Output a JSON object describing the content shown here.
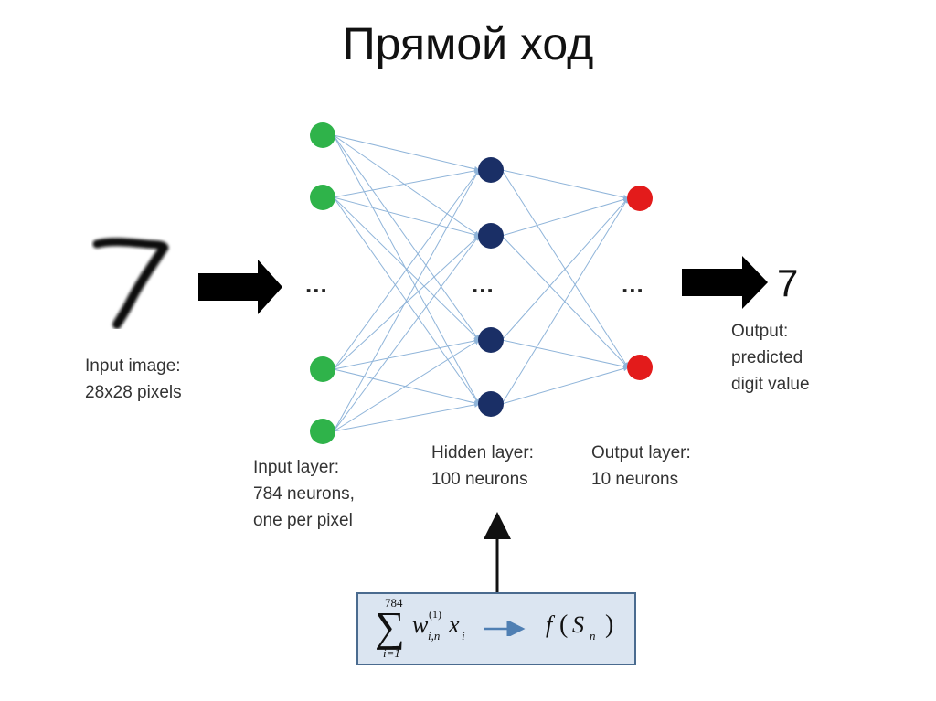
{
  "title": "Прямой ход",
  "input_image": {
    "icon": "handwritten-digit-7-image"
  },
  "output_value": "7",
  "captions": {
    "input_image": [
      "Input image:",
      "28x28 pixels"
    ],
    "input_layer": [
      "Input layer:",
      "784 neurons,",
      "one per pixel"
    ],
    "hidden_layer": [
      "Hidden layer:",
      "100 neurons"
    ],
    "output_layer": [
      "Output layer:",
      "10 neurons"
    ],
    "output": [
      "Output:",
      "predicted",
      "digit value"
    ]
  },
  "ellipsis": "...",
  "layers": {
    "input": {
      "color": "#2fb34a",
      "visible_nodes": 4
    },
    "hidden": {
      "color": "#1a2f66",
      "visible_nodes": 4
    },
    "output": {
      "color": "#e31b1b",
      "visible_nodes": 2
    }
  },
  "connection_color": "#8fb4d9",
  "formula": {
    "sum_upper": "784",
    "sum_lower": "i=1",
    "w": "w",
    "w_sup": "(1)",
    "w_sub": "i,n",
    "x": "x",
    "x_sub": "i",
    "f": "f",
    "lparen": "(",
    "S": "S",
    "S_sub": "n",
    "rparen": ")",
    "sum_symbol": "∑"
  },
  "colors": {
    "formula_bg": "#dbe5f1",
    "formula_border": "#4a6b8f",
    "formula_arrow": "#4f7fb3"
  }
}
